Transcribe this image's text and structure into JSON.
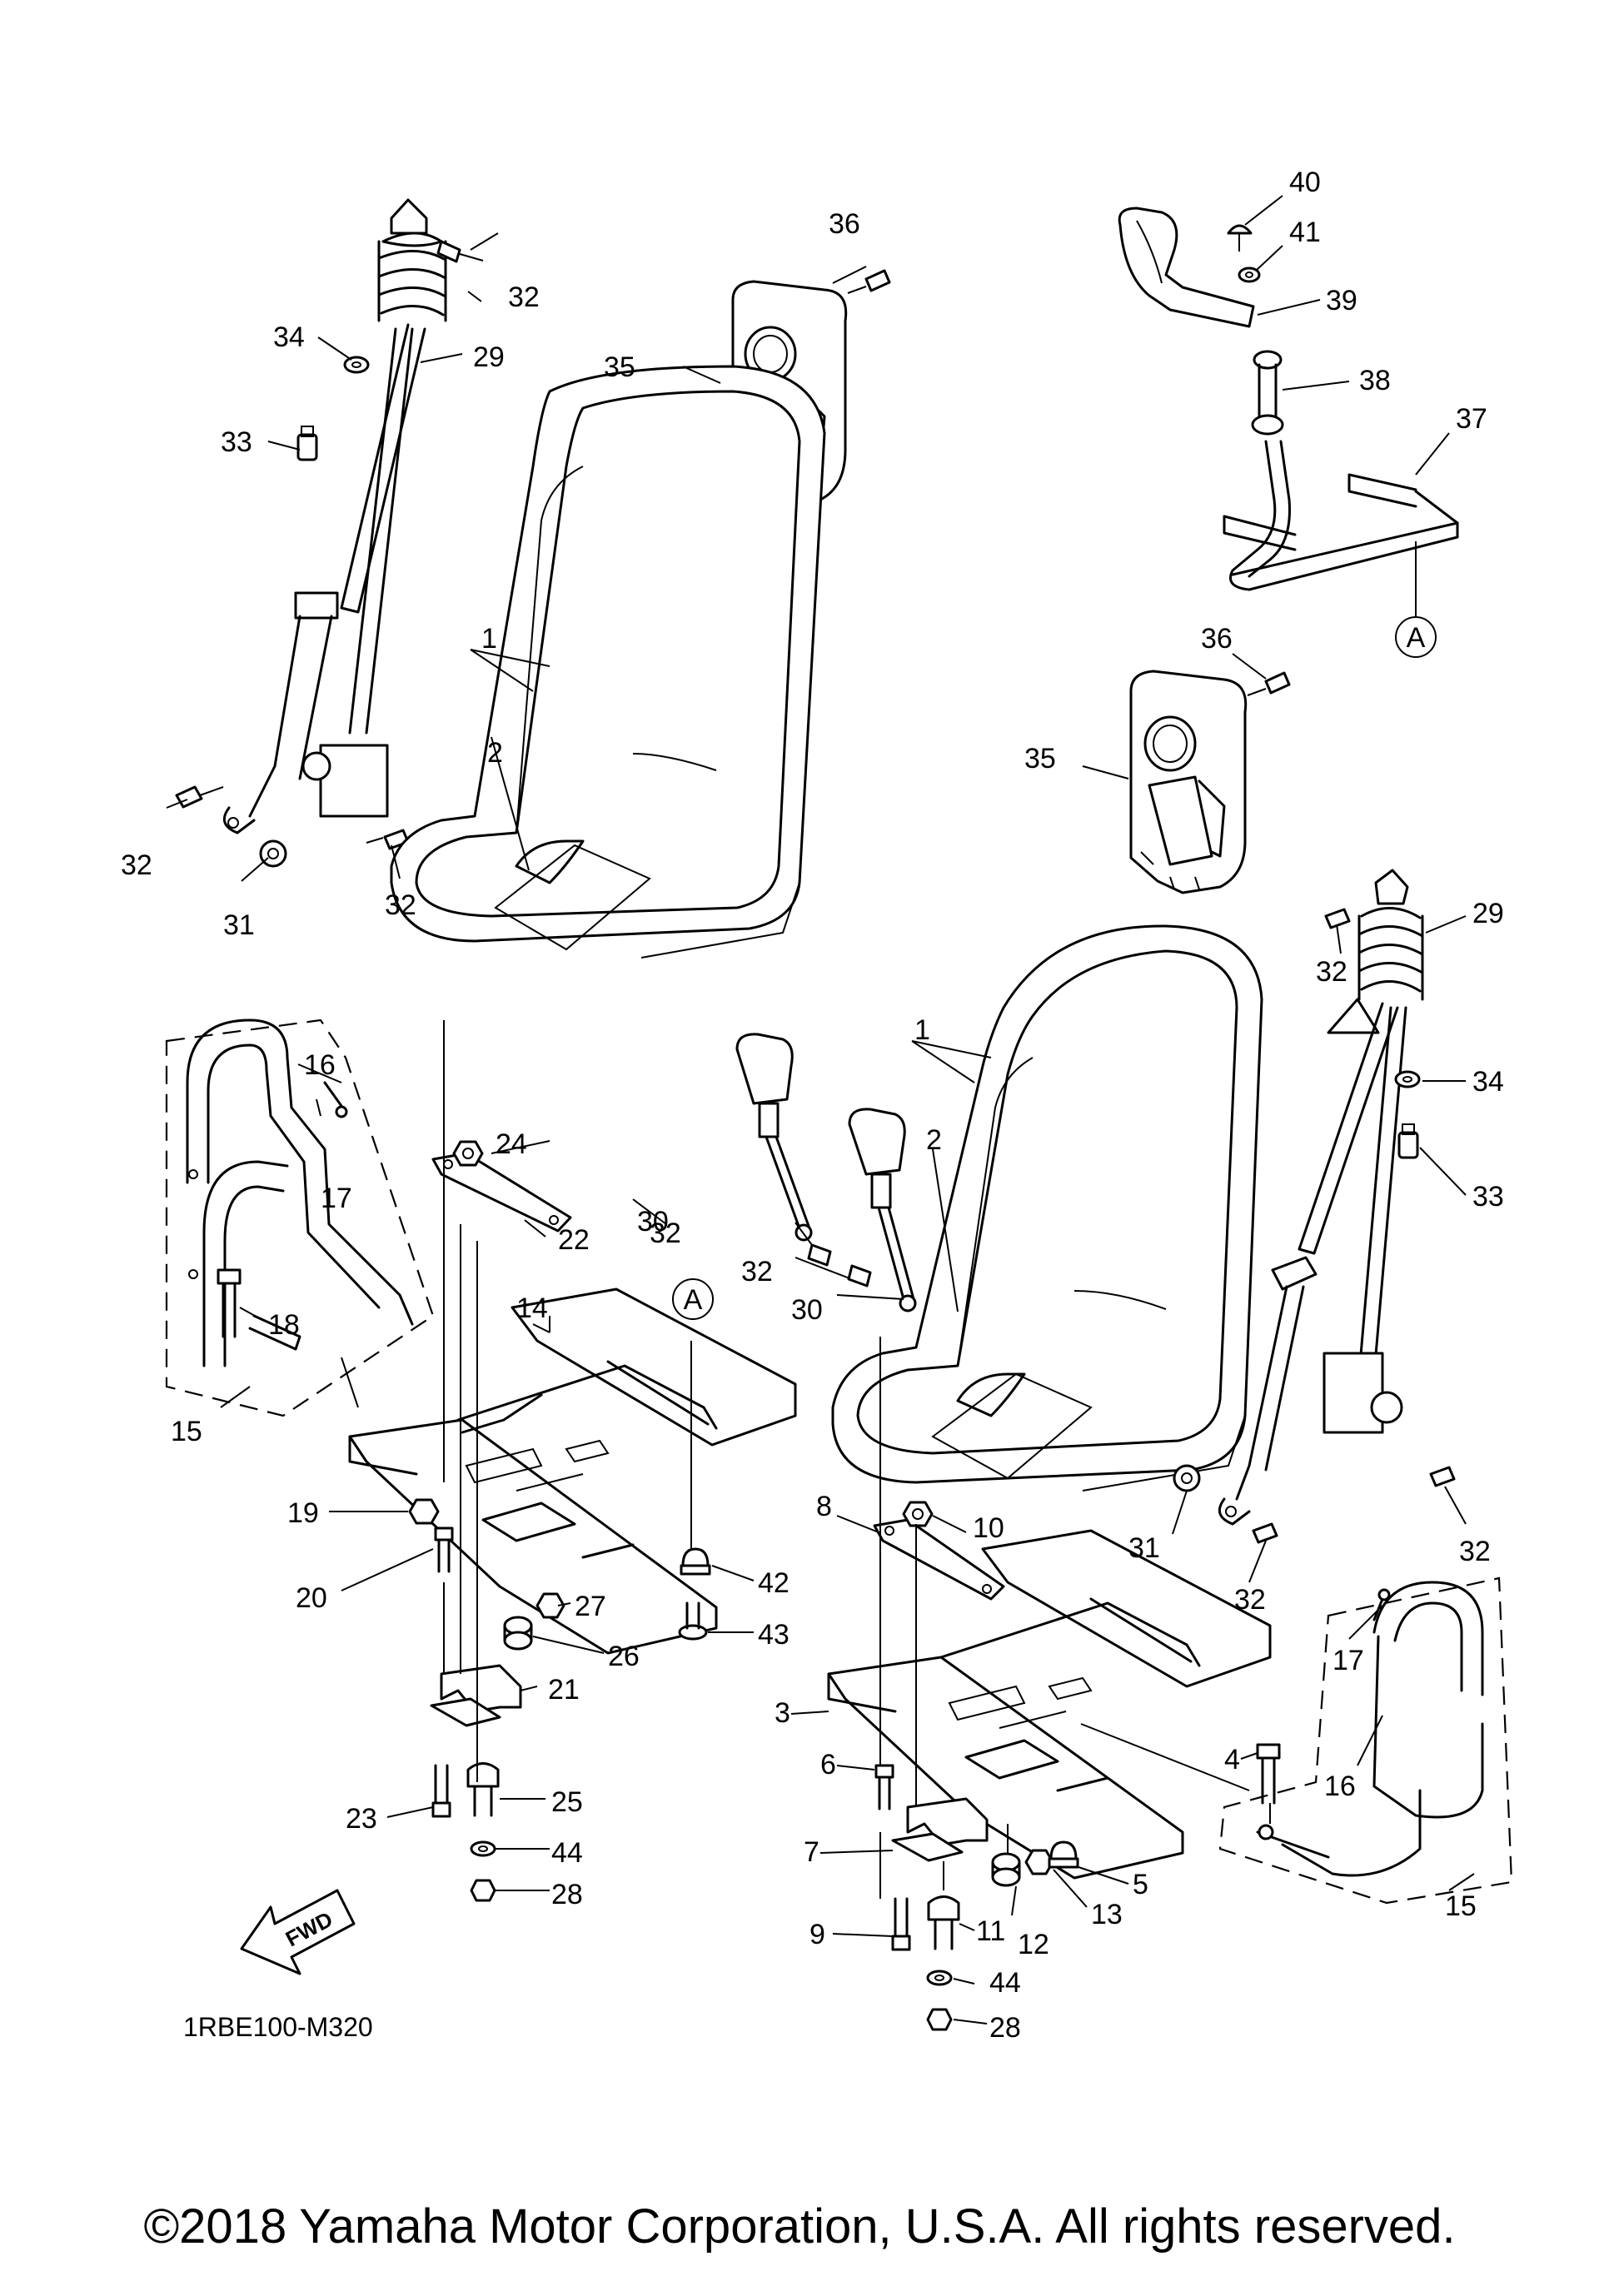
{
  "diagram": {
    "code": "1RBE100-M320",
    "fwd_label": "FWD",
    "ref_marker": "A"
  },
  "copyright": "©2018 Yamaha Motor Corporation, U.S.A. All rights reserved.",
  "callouts": [
    {
      "id": "c-1a",
      "text": "1"
    },
    {
      "id": "c-2a",
      "text": "2"
    },
    {
      "id": "c-1b",
      "text": "1"
    },
    {
      "id": "c-2b",
      "text": "2"
    },
    {
      "id": "c-3",
      "text": "3"
    },
    {
      "id": "c-4",
      "text": "4"
    },
    {
      "id": "c-5",
      "text": "5"
    },
    {
      "id": "c-6",
      "text": "6"
    },
    {
      "id": "c-7",
      "text": "7"
    },
    {
      "id": "c-8",
      "text": "8"
    },
    {
      "id": "c-9",
      "text": "9"
    },
    {
      "id": "c-10",
      "text": "10"
    },
    {
      "id": "c-11",
      "text": "11"
    },
    {
      "id": "c-12",
      "text": "12"
    },
    {
      "id": "c-13",
      "text": "13"
    },
    {
      "id": "c-14",
      "text": "14"
    },
    {
      "id": "c-15a",
      "text": "15"
    },
    {
      "id": "c-15b",
      "text": "15"
    },
    {
      "id": "c-16a",
      "text": "16"
    },
    {
      "id": "c-16b",
      "text": "16"
    },
    {
      "id": "c-17a",
      "text": "17"
    },
    {
      "id": "c-17b",
      "text": "17"
    },
    {
      "id": "c-18",
      "text": "18"
    },
    {
      "id": "c-19",
      "text": "19"
    },
    {
      "id": "c-20",
      "text": "20"
    },
    {
      "id": "c-21",
      "text": "21"
    },
    {
      "id": "c-22",
      "text": "22"
    },
    {
      "id": "c-23",
      "text": "23"
    },
    {
      "id": "c-24",
      "text": "24"
    },
    {
      "id": "c-25",
      "text": "25"
    },
    {
      "id": "c-26",
      "text": "26"
    },
    {
      "id": "c-27",
      "text": "27"
    },
    {
      "id": "c-28a",
      "text": "28"
    },
    {
      "id": "c-28b",
      "text": "28"
    },
    {
      "id": "c-29a",
      "text": "29"
    },
    {
      "id": "c-29b",
      "text": "29"
    },
    {
      "id": "c-30a",
      "text": "30"
    },
    {
      "id": "c-30b",
      "text": "30"
    },
    {
      "id": "c-31a",
      "text": "31"
    },
    {
      "id": "c-31b",
      "text": "31"
    },
    {
      "id": "c-32a",
      "text": "32"
    },
    {
      "id": "c-32b",
      "text": "32"
    },
    {
      "id": "c-32c",
      "text": "32"
    },
    {
      "id": "c-32d",
      "text": "32"
    },
    {
      "id": "c-32e",
      "text": "32"
    },
    {
      "id": "c-32f",
      "text": "32"
    },
    {
      "id": "c-32g",
      "text": "32"
    },
    {
      "id": "c-32h",
      "text": "32"
    },
    {
      "id": "c-33a",
      "text": "33"
    },
    {
      "id": "c-33b",
      "text": "33"
    },
    {
      "id": "c-34a",
      "text": "34"
    },
    {
      "id": "c-34b",
      "text": "34"
    },
    {
      "id": "c-35a",
      "text": "35"
    },
    {
      "id": "c-35b",
      "text": "35"
    },
    {
      "id": "c-36a",
      "text": "36"
    },
    {
      "id": "c-36b",
      "text": "36"
    },
    {
      "id": "c-37",
      "text": "37"
    },
    {
      "id": "c-38",
      "text": "38"
    },
    {
      "id": "c-39",
      "text": "39"
    },
    {
      "id": "c-40",
      "text": "40"
    },
    {
      "id": "c-41",
      "text": "41"
    },
    {
      "id": "c-42",
      "text": "42"
    },
    {
      "id": "c-43",
      "text": "43"
    },
    {
      "id": "c-44a",
      "text": "44"
    },
    {
      "id": "c-44b",
      "text": "44"
    }
  ]
}
